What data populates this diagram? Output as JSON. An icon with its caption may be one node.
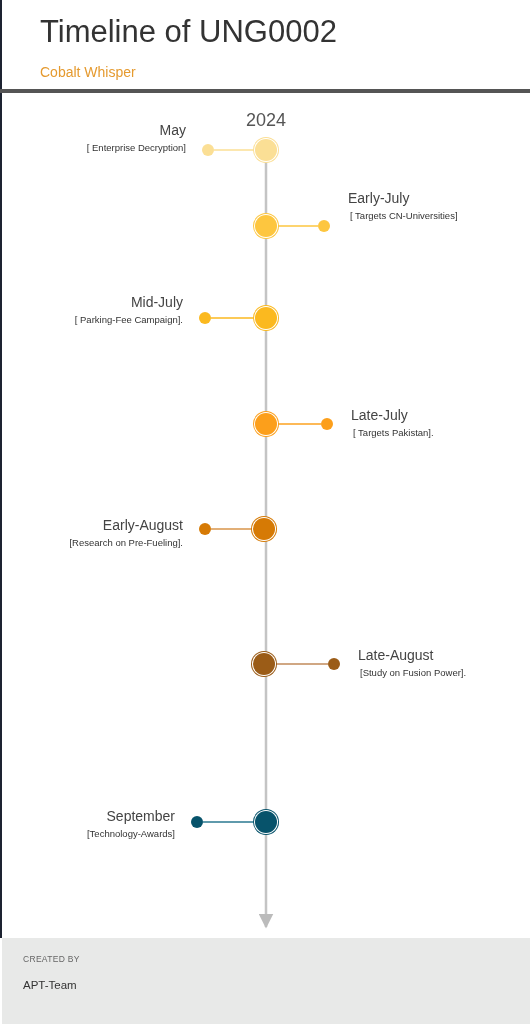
{
  "diagram": {
    "title": "Timeline of UNG0002",
    "nodes": [
      {
        "text": [],
        "shape": "circle"
      },
      {
        "text": [],
        "shape": "circle",
        "beside": [
          "May",
          "[ Enterprise Decryption]"
        ]
      },
      {
        "text": [],
        "shape": "circle"
      },
      {
        "text": [],
        "shape": "circle",
        "beside": [
          "Early-July",
          "[ Targets CN-Universities]"
        ]
      },
      {
        "text": [],
        "shape": "circle"
      },
      {
        "text": [],
        "shape": "circle",
        "beside": [
          "Mid-July",
          "[ Parking-Fee Campaign]."
        ]
      },
      {
        "text": [],
        "shape": "circle"
      },
      {
        "text": [],
        "shape": "circle",
        "beside": [
          "Late-July",
          "[ Targets Pakistan]."
        ]
      },
      {
        "text": [],
        "shape": "circle"
      },
      {
        "text": [],
        "shape": "circle",
        "beside": [
          "Early-August",
          "[Research on Pre-Fueling]."
        ]
      },
      {
        "text": [],
        "shape": "circle"
      },
      {
        "text": [],
        "shape": "circle",
        "beside": [
          "Late-August",
          "[Study on Fusion Power]."
        ]
      },
      {
        "text": [],
        "shape": "circle"
      },
      {
        "text": [],
        "shape": "circle",
        "beside": [
          "September",
          "[Technology-Awards]"
        ]
      }
    ],
    "edges": [
      {
        "from": 0,
        "to": 1,
        "arrow": "none",
        "color": "#fbdf95"
      },
      {
        "from": 2,
        "to": 3,
        "arrow": "none",
        "color": "#fdc63f"
      },
      {
        "from": 4,
        "to": 5,
        "arrow": "none",
        "color": "#fbb91f"
      },
      {
        "from": 6,
        "to": 7,
        "arrow": "none",
        "color": "#fca21f"
      },
      {
        "from": 8,
        "to": 9,
        "arrow": "none",
        "color": "#d9944a"
      },
      {
        "from": 10,
        "to": 11,
        "arrow": "none",
        "color": "#c08a5a"
      },
      {
        "from": 12,
        "to": 13,
        "arrow": "none",
        "color": "#2a7890"
      }
    ],
    "labels": [
      "Cobalt Whisper",
      "2024",
      "CREATED BY",
      "APT-Team"
    ]
  }
}
